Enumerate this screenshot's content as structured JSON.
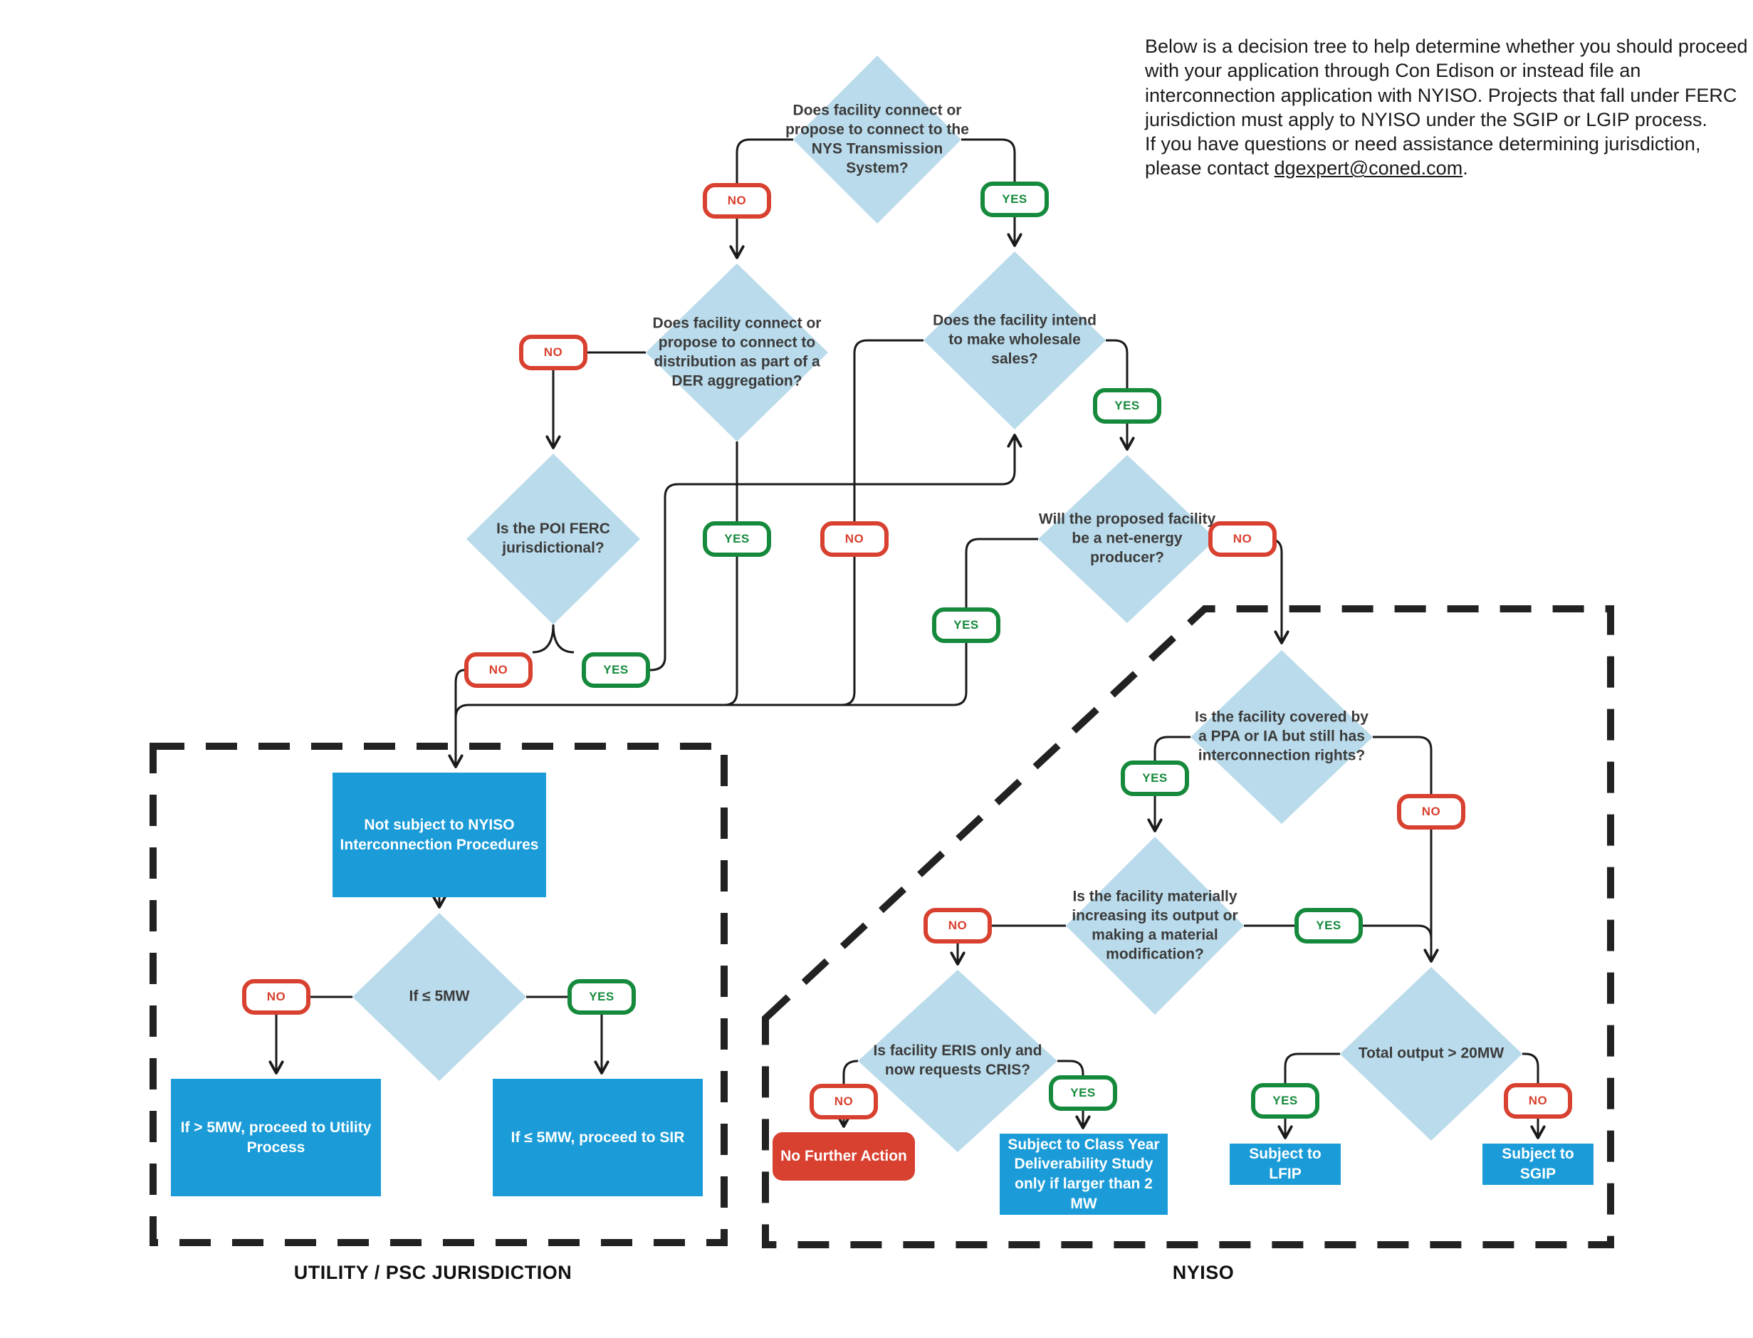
{
  "intro": {
    "p1": "Below is a decision tree to help determine whether you should proceed with your application through Con Edison or instead file an interconnection application with NYISO. Projects that fall under FERC jurisdiction must apply to NYISO under the SGIP or LGIP process.",
    "p2a": "If you have questions or need assistance determining jurisdiction, please contact ",
    "email": "dgexpert@coned.com",
    "p2b": "."
  },
  "nodes": {
    "a": {
      "text": "Does facility connect or propose to connect to the NYS Transmission System?"
    },
    "b": {
      "text": "Does facility connect or propose to connect to distribution as part of a DER aggregation?"
    },
    "c": {
      "text": "Does the facility intend to make wholesale sales?"
    },
    "d": {
      "text": "Is the POI FERC jurisdictional?"
    },
    "e": {
      "text": "Will the proposed facility be a net-energy producer?"
    },
    "g": {
      "text": "If ≤ 5MW"
    },
    "j": {
      "text": "Is the facility covered by a PPA or IA but still has interconnection rights?"
    },
    "k": {
      "text": "Is the facility materially increasing its output or making a material modification?"
    },
    "l": {
      "text": "Is facility ERIS only and now requests CRIS?"
    },
    "o": {
      "text": "Total output > 20MW"
    },
    "f": {
      "text": "Not subject to NYISO Interconnection Procedures"
    },
    "h": {
      "text": "If > 5MW, proceed to Utility Process"
    },
    "i": {
      "text": "If ≤ 5MW, proceed to SIR"
    },
    "m": {
      "text": "No Further Action"
    },
    "n": {
      "text": "Subject to Class Year Deliverability Study only if larger than 2 MW"
    },
    "p": {
      "text": "Subject to LFIP"
    },
    "q": {
      "text": "Subject to SGIP"
    }
  },
  "labels": {
    "a_no": "NO",
    "a_yes": "YES",
    "b_no": "NO",
    "b_yes": "YES",
    "c_no": "NO",
    "c_yes": "YES",
    "d_no": "NO",
    "d_yes": "YES",
    "e_no": "NO",
    "e_yes": "YES",
    "g_no": "NO",
    "g_yes": "YES",
    "j_no": "NO",
    "j_yes": "YES",
    "k_no": "NO",
    "k_yes": "YES",
    "l_no": "NO",
    "l_yes": "YES",
    "o_no": "NO",
    "o_yes": "YES"
  },
  "regions": {
    "utility": "UTILITY / PSC JURISDICTION",
    "nyiso": "NYISO"
  },
  "colors": {
    "diamond_fill": "#badbeb",
    "outcome_blue": "#1b9cd8",
    "outcome_red": "#d8402f",
    "yes_green": "#168a3c",
    "no_red": "#d8402f",
    "line": "#1a1a1a",
    "dashed_border": "#222222"
  }
}
